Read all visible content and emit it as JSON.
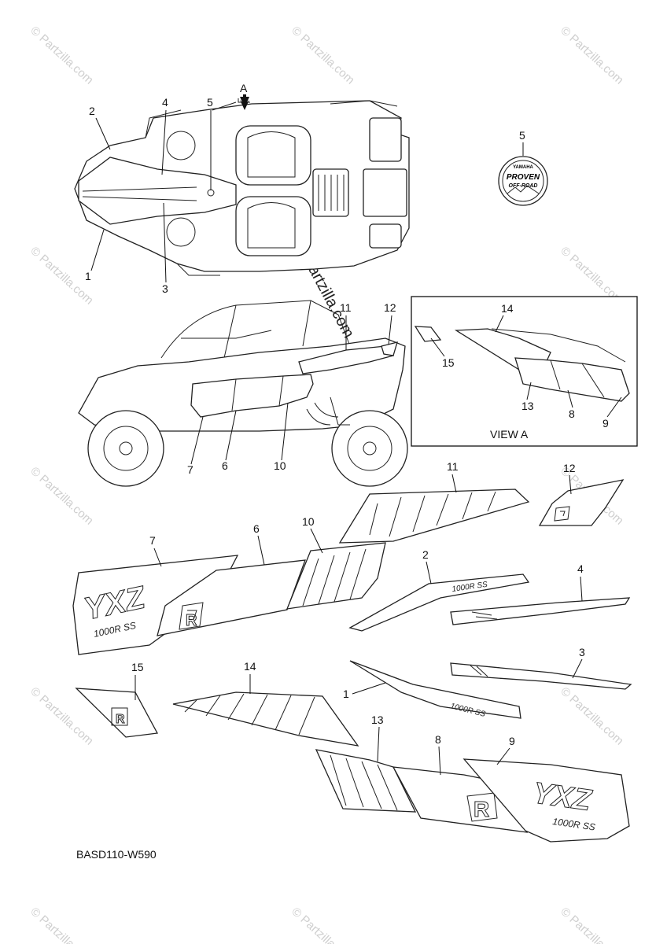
{
  "watermark": "© Partzilla.com",
  "diagram_code": "BASD110-W590",
  "view_label": "VIEW A",
  "view_arrow_label": "A",
  "emblem": {
    "line1": "YAMAHA",
    "line2": "PROVEN",
    "line3": "OFF-ROAD"
  },
  "decal_text": {
    "model": "YXZ",
    "variant": "1000R SS",
    "badge": "R"
  },
  "callouts": {
    "top_view": [
      "2",
      "4",
      "5",
      "1",
      "3"
    ],
    "emblem": "5",
    "side_view": [
      "11",
      "12",
      "7",
      "6",
      "10"
    ],
    "view_a": [
      "14",
      "15",
      "13",
      "8",
      "9"
    ],
    "exploded": [
      "11",
      "12",
      "7",
      "6",
      "10",
      "2",
      "4",
      "3",
      "1",
      "15",
      "14",
      "13",
      "8",
      "9"
    ]
  }
}
